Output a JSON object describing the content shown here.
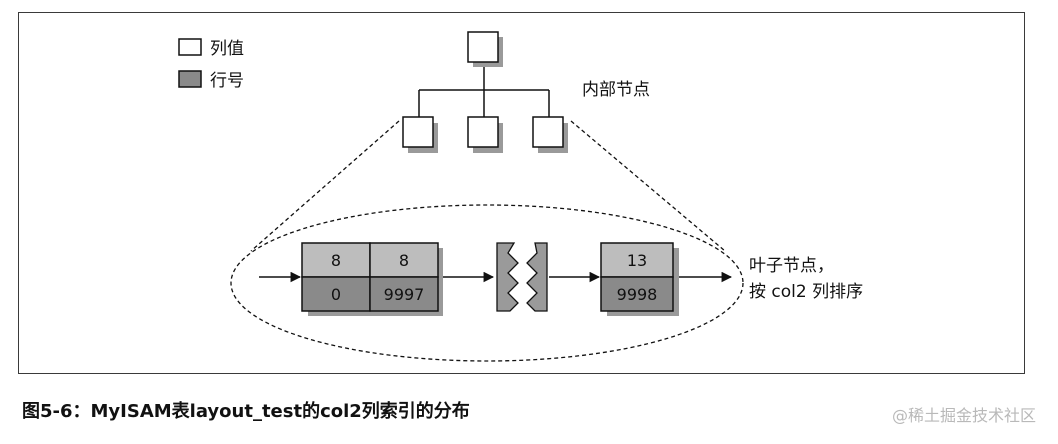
{
  "legend": {
    "column_value": "列值",
    "row_number": "行号"
  },
  "internal_nodes_label": "内部节点",
  "leaf_nodes_label": {
    "line1": "叶子节点，",
    "line2": "按 col2 列排序"
  },
  "leaf_pages": [
    {
      "cells": [
        {
          "col_value": "8",
          "row_number": "0"
        },
        {
          "col_value": "8",
          "row_number": "9997"
        }
      ]
    },
    {
      "cells": [
        {
          "col_value": "13",
          "row_number": "9998"
        }
      ]
    }
  ],
  "caption": "图5-6：MyISAM表layout_test的col2列索引的分布",
  "watermark": "@稀土掘金技术社区",
  "colors": {
    "column_cell": "#bdbdbd",
    "row_cell": "#8a8a8a",
    "line": "#111111"
  }
}
